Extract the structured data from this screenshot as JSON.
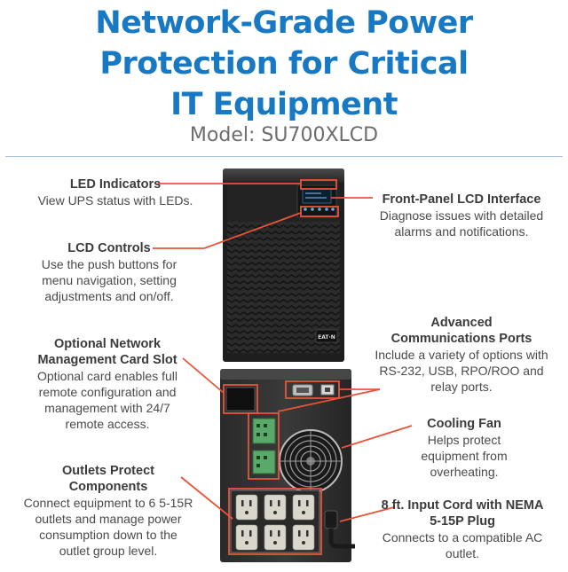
{
  "headline": {
    "line1": "Network-Grade Power",
    "line2": "Protection for Critical",
    "line3": "IT Equipment",
    "model": "Model: SU700XLCD",
    "color": "#1778c4"
  },
  "device": {
    "brand_badge": "EAT·N"
  },
  "callouts": {
    "led": {
      "title": "LED Indicators",
      "desc": "View UPS status with LEDs."
    },
    "lcd_controls": {
      "title": "LCD Controls",
      "desc": "Use the push buttons for menu navigation, setting adjustments and on/off."
    },
    "network_card": {
      "title": "Optional Network Management Card Slot",
      "desc": "Optional card enables full remote configuration and management with 24/7 remote access."
    },
    "outlets": {
      "title": "Outlets Protect Components",
      "desc": "Connect equipment to 6 5-15R outlets and manage power consumption down to the outlet group level."
    },
    "front_lcd": {
      "title": "Front-Panel LCD Interface",
      "desc": "Diagnose issues with detailed alarms and notifications."
    },
    "comm_ports": {
      "title": "Advanced Communications Ports",
      "desc": "Include a variety of options with RS-232, USB, RPO/ROO and relay ports."
    },
    "cooling_fan": {
      "title": "Cooling Fan",
      "desc": "Helps protect equipment from overheating."
    },
    "input_cord": {
      "title": "8 ft. Input Cord with NEMA 5-15P Plug",
      "desc": "Connects to a compatible AC outlet."
    }
  },
  "colors": {
    "callout_line": "#e8543a",
    "title_blue": "#1778c4"
  }
}
